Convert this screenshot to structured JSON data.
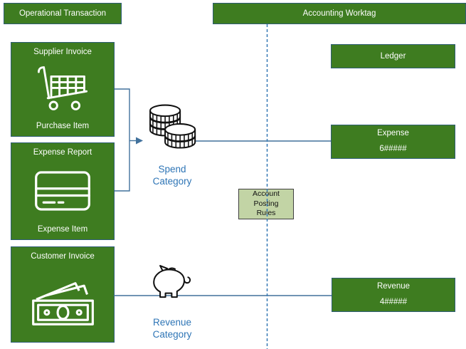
{
  "headers": {
    "left": "Operational Transaction",
    "right": "Accounting Worktag"
  },
  "left_column": {
    "supplier_invoice": {
      "title": "Supplier Invoice",
      "subtitle": "Purchase Item",
      "icon": "shopping-cart-icon"
    },
    "expense_report": {
      "title": "Expense Report",
      "subtitle": "Expense Item",
      "icon": "credit-card-icon"
    },
    "customer_invoice": {
      "title": "Customer Invoice",
      "icon": "cash-icon"
    }
  },
  "middle": {
    "spend_category": {
      "line1": "Spend",
      "line2": "Category",
      "icon": "coins-icon"
    },
    "revenue_category": {
      "line1": "Revenue",
      "line2": "Category",
      "icon": "piggy-bank-icon"
    },
    "account_posting_rules": {
      "line1": "Account",
      "line2": "Posting",
      "line3": "Rules"
    }
  },
  "right_column": {
    "ledger": {
      "title": "Ledger"
    },
    "expense": {
      "title": "Expense",
      "code": "6#####"
    },
    "revenue": {
      "title": "Revenue",
      "code": "4#####"
    }
  },
  "colors": {
    "box_green": "#3E7C20",
    "box_border": "#2E5E75",
    "connector_blue": "#41719C",
    "dashed_blue": "#3578B5",
    "label_blue": "#2E75B6",
    "rules_fill": "#C2D4A5",
    "rules_border": "#404040",
    "icon_white": "#FFFFFF",
    "icon_black": "#111111"
  }
}
